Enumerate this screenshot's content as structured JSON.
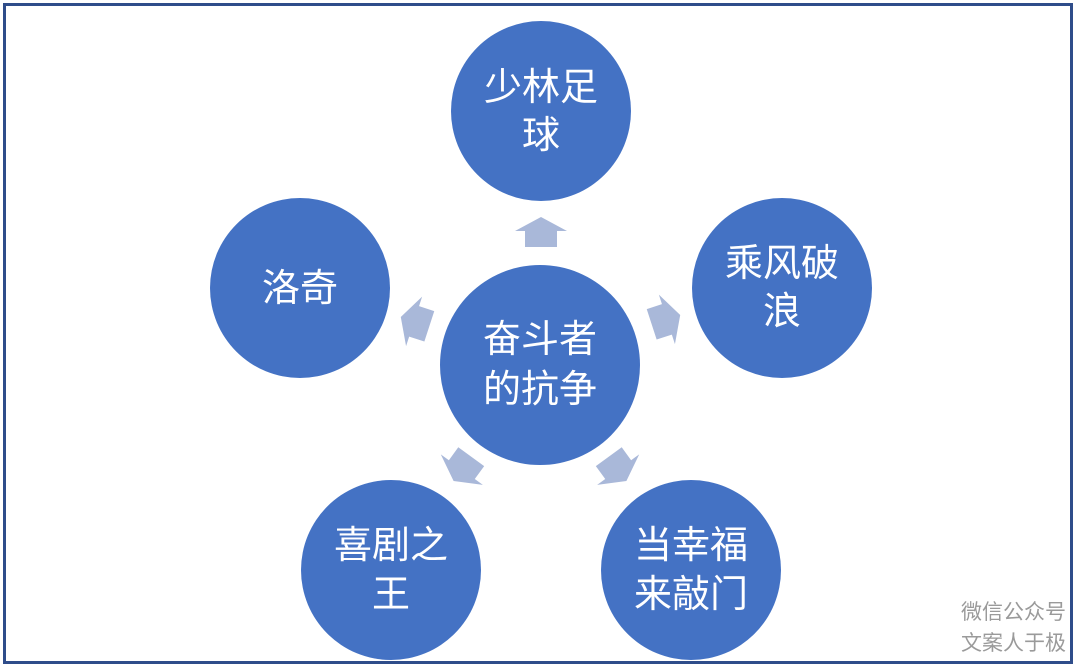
{
  "diagram": {
    "center": {
      "line1": "奋斗者",
      "line2": "的抗争"
    },
    "nodes": [
      {
        "id": "shaolin-soccer",
        "line1": "少林足",
        "line2": "球"
      },
      {
        "id": "chengfeng-polang",
        "line1": "乘风破",
        "line2": "浪"
      },
      {
        "id": "when-happiness-knocks",
        "line1": "当幸福",
        "line2": "来敲门"
      },
      {
        "id": "king-of-comedy",
        "line1": "喜剧之",
        "line2": "王"
      },
      {
        "id": "rocky",
        "line1": "洛奇",
        "line2": ""
      }
    ]
  },
  "colors": {
    "node_fill": "#4472c4",
    "arrow_fill": "#a9b8d9",
    "frame": "#2f4d8a"
  },
  "watermark": {
    "line1": "微信公众号",
    "line2": "文案人于极"
  }
}
